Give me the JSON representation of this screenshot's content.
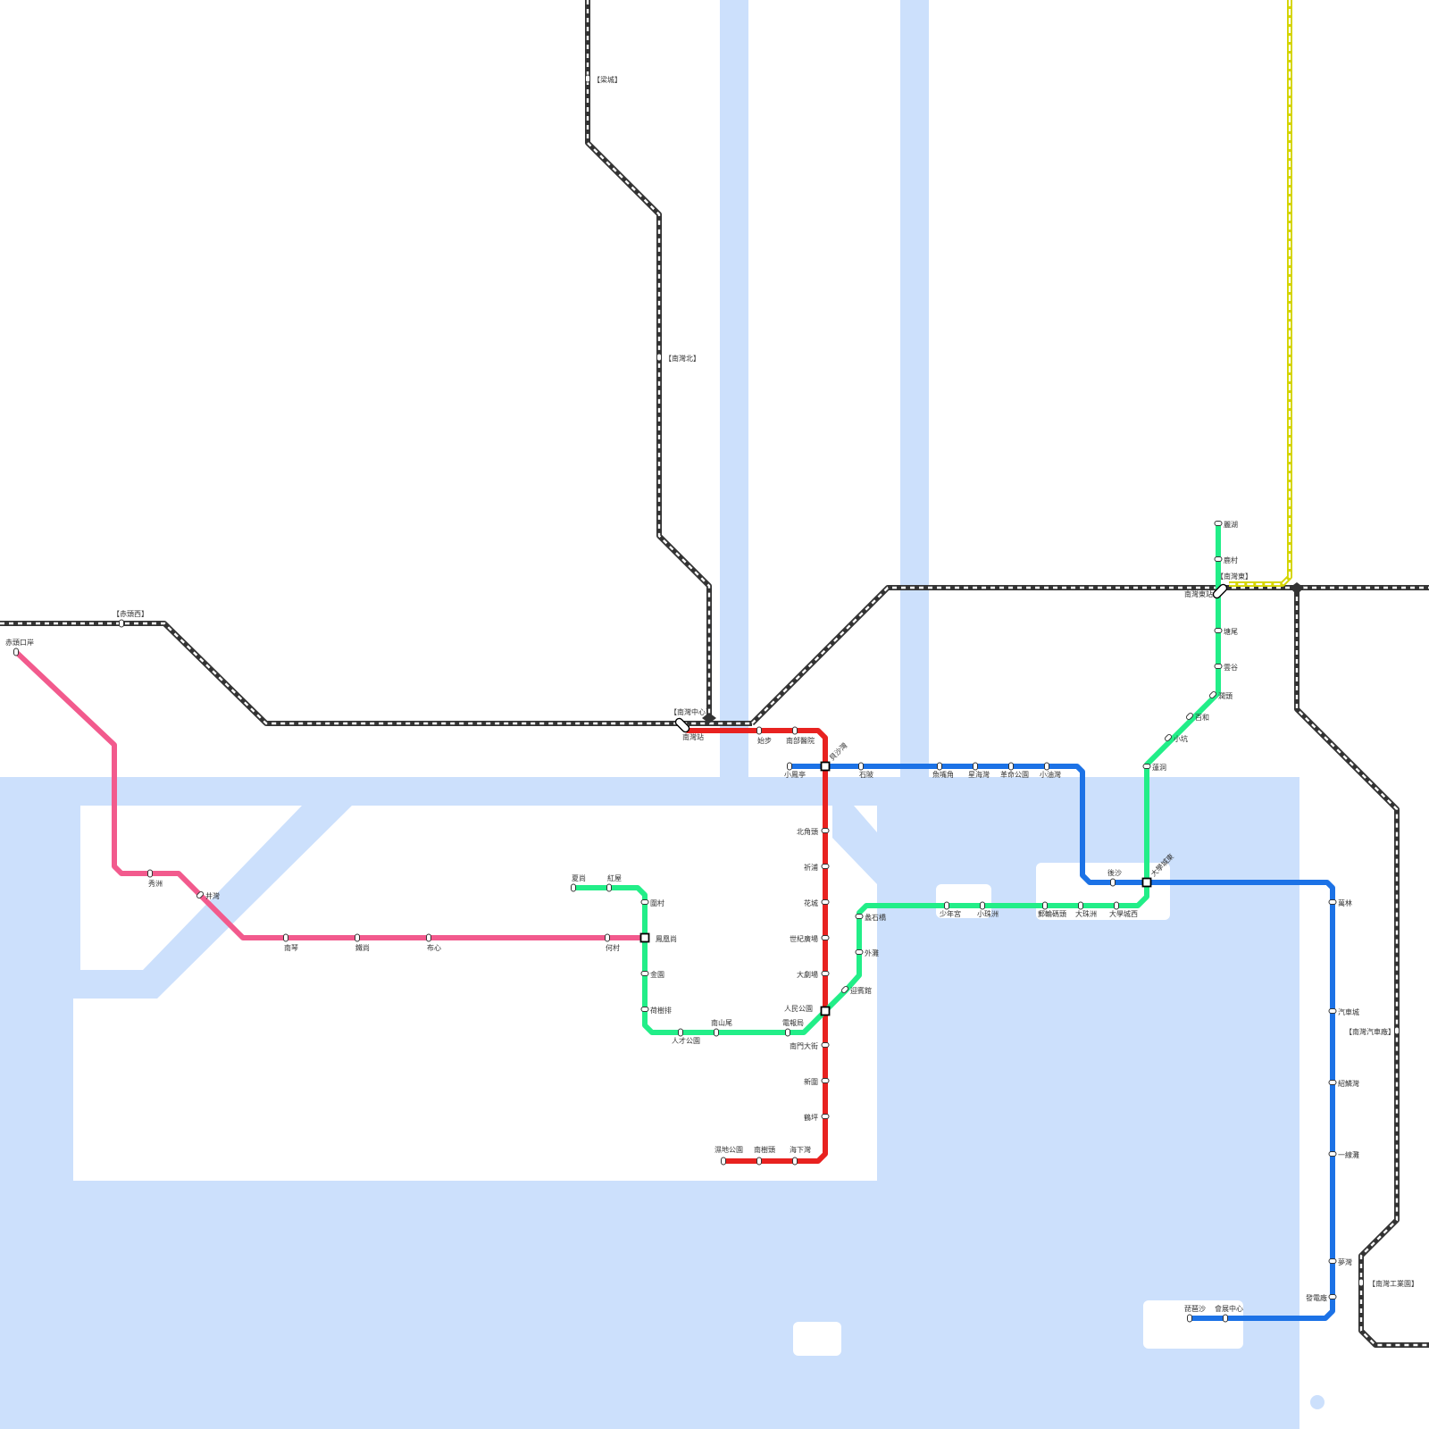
{
  "colors": {
    "water": "#cce0fc",
    "land": "#ffffff",
    "rail_dark": "#333333",
    "rail_dash": "#ffffff",
    "yellow_rail": "#d4d400",
    "red_line": "#e82220",
    "blue_line": "#1c72e6",
    "green_line": "#22ee88",
    "pink_line": "#f25a8d",
    "station_fill": "#ffffff",
    "station_stroke": "#333333"
  },
  "lines": [
    {
      "id": "rail-north",
      "kind": "rail",
      "color_key": "rail_dark"
    },
    {
      "id": "rail-west",
      "kind": "rail",
      "color_key": "rail_dark"
    },
    {
      "id": "rail-east",
      "kind": "rail",
      "color_key": "rail_dark"
    },
    {
      "id": "rail-east-branch",
      "kind": "rail",
      "color_key": "rail_dark"
    },
    {
      "id": "rail-yellow",
      "kind": "rail-yellow",
      "color_key": "yellow_rail"
    },
    {
      "id": "red-line",
      "kind": "metro",
      "color_key": "red_line"
    },
    {
      "id": "blue-line",
      "kind": "metro",
      "color_key": "blue_line"
    },
    {
      "id": "green-line",
      "kind": "metro",
      "color_key": "green_line"
    },
    {
      "id": "pink-line",
      "kind": "metro",
      "color_key": "pink_line"
    }
  ],
  "stations": [
    {
      "name": "【梁城】"
    },
    {
      "name": "【南灣北】"
    },
    {
      "name": "【赤頭西】"
    },
    {
      "name": "【南灣中心】"
    },
    {
      "name": "【南灣東】"
    },
    {
      "name": "【南灣汽車廠】"
    },
    {
      "name": "【南灣工業園】"
    },
    {
      "name": "赤頭口岸"
    },
    {
      "name": "秀洲"
    },
    {
      "name": "井灣"
    },
    {
      "name": "南琴"
    },
    {
      "name": "鐵尚"
    },
    {
      "name": "布心"
    },
    {
      "name": "何村"
    },
    {
      "name": "夏尚"
    },
    {
      "name": "紅屋"
    },
    {
      "name": "圍村"
    },
    {
      "name": "鳳凰尚"
    },
    {
      "name": "金園"
    },
    {
      "name": "荷樹排"
    },
    {
      "name": "人才公園"
    },
    {
      "name": "南山尾"
    },
    {
      "name": "電報局"
    },
    {
      "name": "南灣站"
    },
    {
      "name": "始步"
    },
    {
      "name": "南部醫院"
    },
    {
      "name": "貝沙灣"
    },
    {
      "name": "北角頭"
    },
    {
      "name": "祈浦"
    },
    {
      "name": "花城"
    },
    {
      "name": "世紀廣場"
    },
    {
      "name": "大劇場"
    },
    {
      "name": "人民公園"
    },
    {
      "name": "南門大街"
    },
    {
      "name": "新圍"
    },
    {
      "name": "鶴坪"
    },
    {
      "name": "海下灣"
    },
    {
      "name": "南樹頭"
    },
    {
      "name": "濕地公園"
    },
    {
      "name": "小鳳亭"
    },
    {
      "name": "石陂"
    },
    {
      "name": "魚嘴角"
    },
    {
      "name": "星海灣"
    },
    {
      "name": "革命公園"
    },
    {
      "name": "小油灣"
    },
    {
      "name": "後沙"
    },
    {
      "name": "大學城東"
    },
    {
      "name": "萬林"
    },
    {
      "name": "汽車城"
    },
    {
      "name": "紹鱗灣"
    },
    {
      "name": "一線灘"
    },
    {
      "name": "夢灣"
    },
    {
      "name": "發電廠"
    },
    {
      "name": "會展中心"
    },
    {
      "name": "琵琶沙"
    },
    {
      "name": "麗湖"
    },
    {
      "name": "鹿村"
    },
    {
      "name": "南灣東站"
    },
    {
      "name": "塘尾"
    },
    {
      "name": "雲谷"
    },
    {
      "name": "潤頭"
    },
    {
      "name": "百和"
    },
    {
      "name": "小坑"
    },
    {
      "name": "蓮洞"
    },
    {
      "name": "大學城西"
    },
    {
      "name": "大珠洲"
    },
    {
      "name": "郵輪碼頭"
    },
    {
      "name": "小珠洲"
    },
    {
      "name": "少年宮"
    },
    {
      "name": "蠡石橋"
    },
    {
      "name": "外灘"
    },
    {
      "name": "迎賓館"
    }
  ]
}
